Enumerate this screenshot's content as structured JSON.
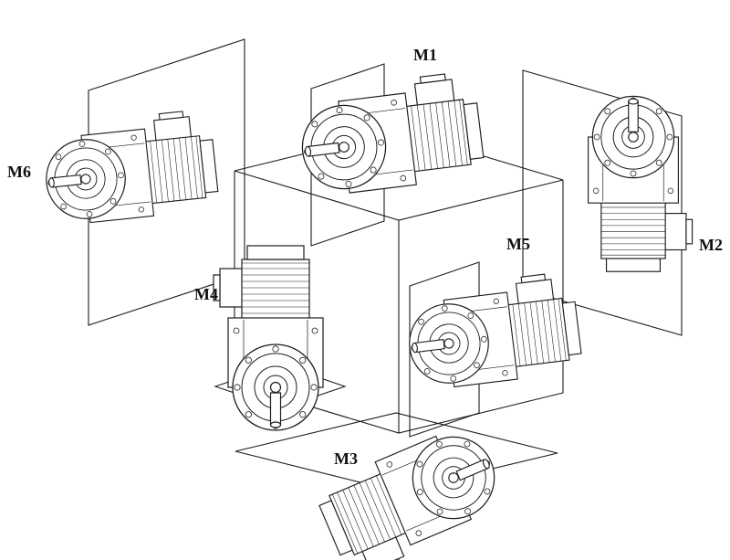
{
  "diagram": {
    "background_color": "#ffffff",
    "line_color": "#1c1c1c",
    "labels": [
      {
        "id": "m1",
        "text": "M1"
      },
      {
        "id": "m2",
        "text": "M2"
      },
      {
        "id": "m3",
        "text": "M3"
      },
      {
        "id": "m4",
        "text": "M4"
      },
      {
        "id": "m5",
        "text": "M5"
      },
      {
        "id": "m6",
        "text": "M6"
      }
    ]
  }
}
